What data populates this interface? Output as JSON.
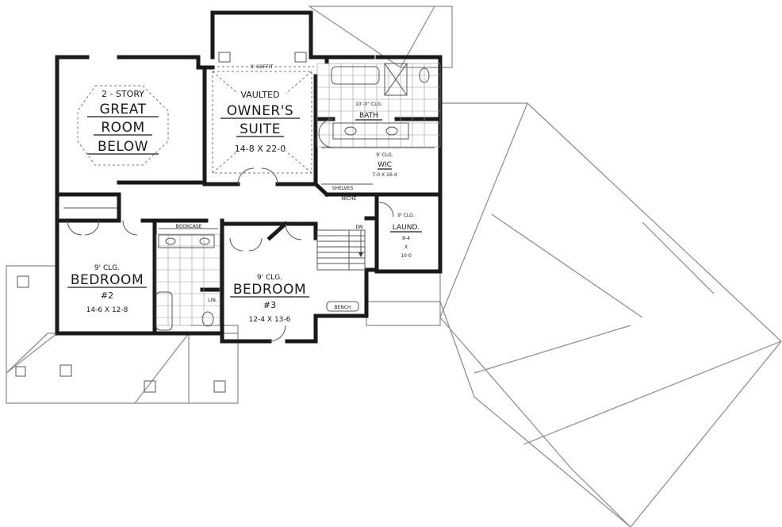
{
  "great_room": {
    "line1": "2 - STORY",
    "line2": "GREAT",
    "line3": "ROOM",
    "line4": "BELOW"
  },
  "owners_suite": {
    "line1": "VAULTED",
    "line2": "OWNER'S",
    "line3": "SUITE",
    "dims": "14-8 X 22-0",
    "soffit": "9' SOFFIT"
  },
  "bath": {
    "clg": "10'-0\" CLG.",
    "name": "BATH"
  },
  "wic": {
    "clg": "9' CLG.",
    "name": "WIC",
    "dims": "7-0 X 16-4"
  },
  "laundry": {
    "clg": "9' CLG.",
    "name": "LAUND.",
    "dim1": "8-4",
    "dim2": "X",
    "dim3": "10-0"
  },
  "bedroom2": {
    "clg": "9' CLG.",
    "name": "BEDROOM",
    "num": "#2",
    "dims": "14-6 X 12-8"
  },
  "bedroom3": {
    "clg": "9' CLG.",
    "name": "BEDROOM",
    "num": "#3",
    "dims": "12-4 X 13-6"
  },
  "misc": {
    "bookcase": "BOOKCASE",
    "shelves": "SHELVES",
    "niche": "NICHE",
    "down": "DN",
    "bench": "BENCH",
    "lin": "LIN."
  },
  "colors": {
    "wall": "#1a1a1a",
    "roof": "#8a8a8a",
    "background": "#ffffff"
  }
}
